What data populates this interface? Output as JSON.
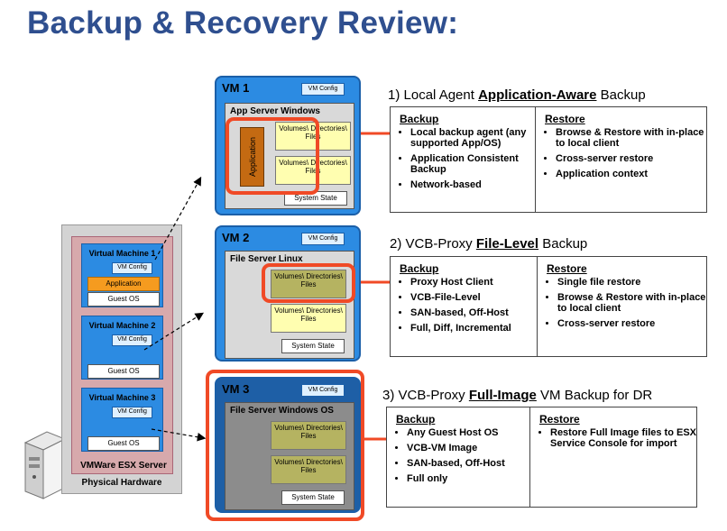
{
  "title": "Backup & Recovery Review:",
  "host": {
    "vms": [
      {
        "label": "Virtual Machine 1",
        "config": "VM Config",
        "app": "Application",
        "os": "Guest OS"
      },
      {
        "label": "Virtual Machine 2",
        "config": "VM Config",
        "os": "Guest OS"
      },
      {
        "label": "Virtual Machine 3",
        "config": "VM Config",
        "os": "Guest OS"
      }
    ],
    "esx_label": "VMWare ESX Server",
    "physical_label": "Physical Hardware"
  },
  "vm1": {
    "title": "VM 1",
    "config": "VM Config",
    "inner": "App Server Windows",
    "app": "Application",
    "vol_top": "Volumes\\ Directories\\ Files",
    "vol_bottom": "Volumes\\ Directories\\ Files",
    "system": "System State"
  },
  "vm2": {
    "title": "VM 2",
    "config": "VM Config",
    "inner": "File Server Linux",
    "vol_top": "Volumes\\ Directories\\ Files",
    "vol_bottom": "Volumes\\ Directories\\ Files",
    "system": "System State"
  },
  "vm3": {
    "title": "VM 3",
    "config": "VM Config",
    "inner": "File Server Windows OS",
    "vol_top": "Volumes\\ Directories\\ Files",
    "vol_bottom": "Volumes\\ Directories\\ Files",
    "system": "System State"
  },
  "sec1": {
    "heading_pre": "1) Local Agent ",
    "heading_em": "Application-Aware",
    "heading_post": " Backup",
    "backup_header": "Backup",
    "restore_header": "Restore",
    "backup": [
      "Local backup agent (any supported App/OS)",
      "Application Consistent Backup",
      "Network-based"
    ],
    "restore": [
      "Browse & Restore with in-place to local client",
      "Cross-server restore",
      "Application context"
    ]
  },
  "sec2": {
    "heading_pre": "2) VCB-Proxy ",
    "heading_em": "File-Level",
    "heading_post": " Backup",
    "backup_header": "Backup",
    "restore_header": "Restore",
    "backup": [
      "Proxy Host Client",
      "VCB-File-Level",
      "SAN-based, Off-Host",
      "Full, Diff, Incremental"
    ],
    "restore": [
      "Single file restore",
      "Browse & Restore with in-place to local client",
      "Cross-server restore"
    ]
  },
  "sec3": {
    "heading_pre": "3) VCB-Proxy ",
    "heading_em": "Full-Image",
    "heading_post": " VM Backup for DR",
    "backup_header": "Backup",
    "restore_header": "Restore",
    "backup": [
      "Any Guest Host OS",
      "VCB-VM Image",
      "SAN-based, Off-Host",
      "Full only"
    ],
    "restore": [
      "Restore Full Image files to ESX Service Console for import"
    ]
  },
  "colors": {
    "title": "#2f4f8f",
    "vm_blue": "#2c8be2",
    "highlight_red": "#f04a26",
    "app_orange": "#f59b1f"
  }
}
